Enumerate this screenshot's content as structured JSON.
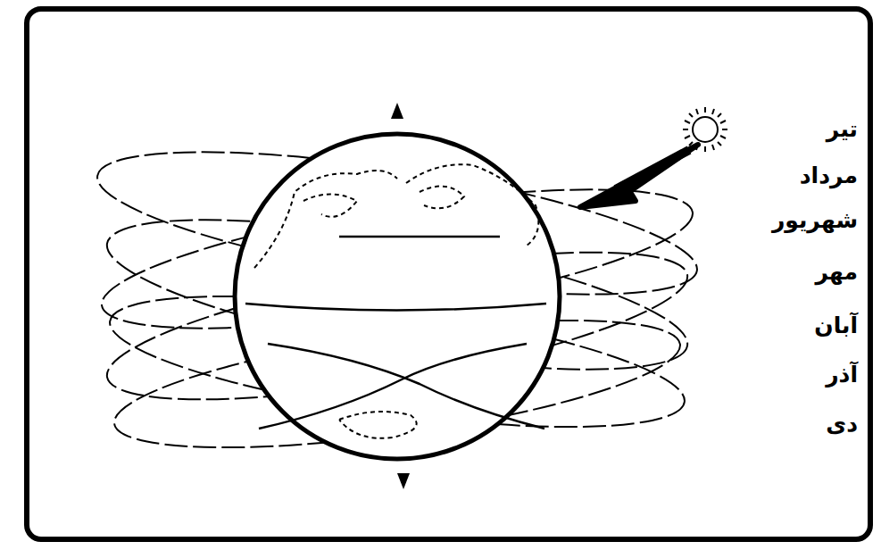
{
  "diagram": {
    "labels": [
      "تیر",
      "مرداد",
      "شهریور",
      "مهر",
      "آبان",
      "آذر",
      "دی"
    ]
  }
}
